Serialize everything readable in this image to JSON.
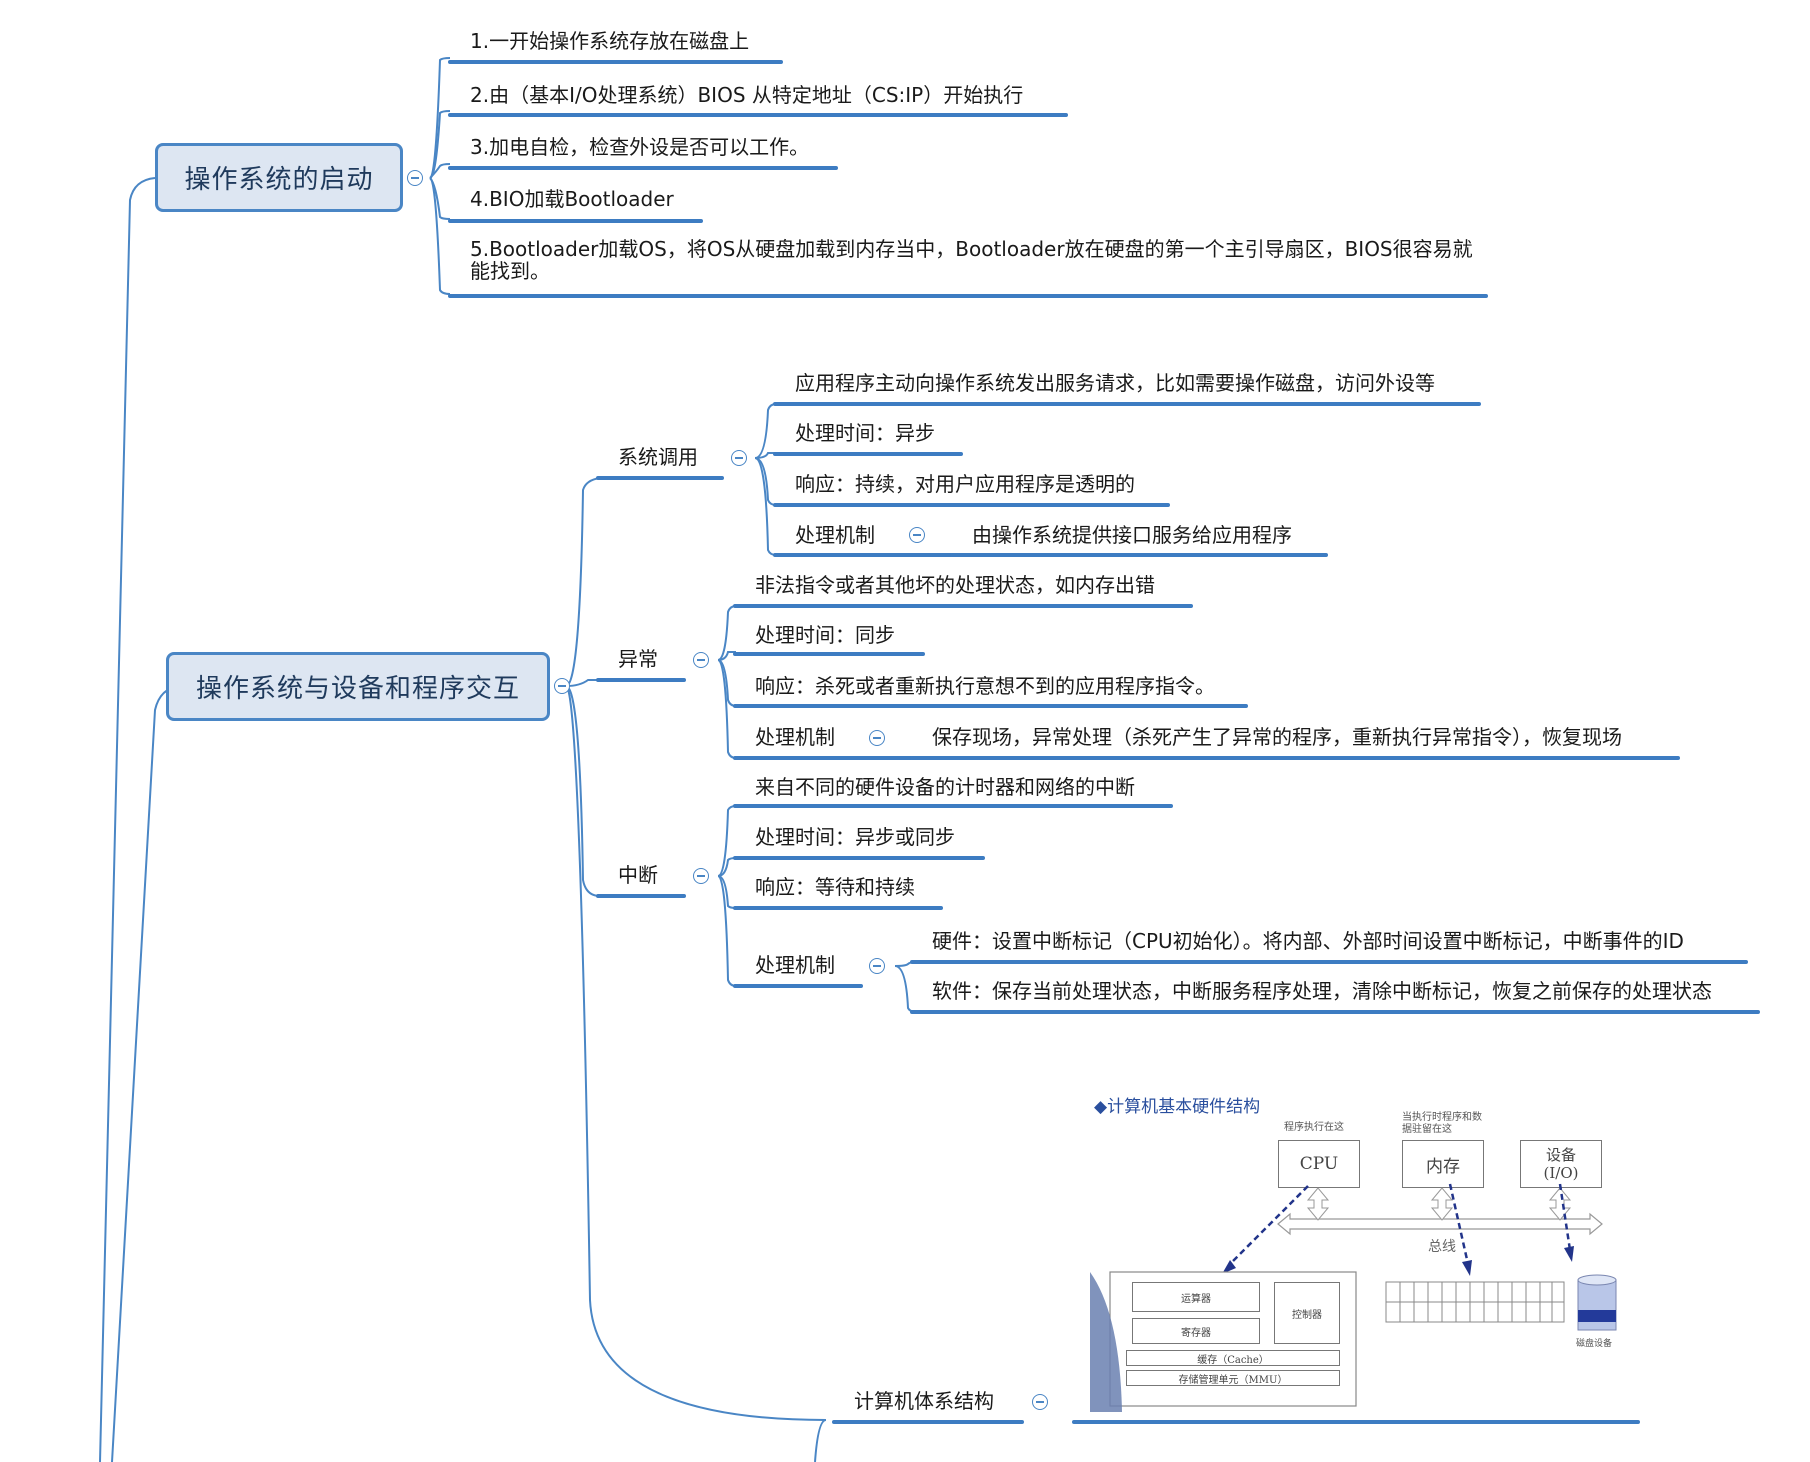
{
  "nodes": {
    "boot": {
      "title": "操作系统的启动",
      "items": [
        "1.一开始操作系统存放在磁盘上",
        "2.由（基本I/O处理系统）BIOS 从特定地址（CS:IP）开始执行",
        "3.加电自检，检查外设是否可以工作。",
        "4.BIO加载Bootloader",
        "5.Bootloader加载OS，将OS从硬盘加载到内存当中，Bootloader放在硬盘的第一个主引导扇区，BIOS很容易就能找到。"
      ]
    },
    "interact": {
      "title": "操作系统与设备和程序交互",
      "syscall": {
        "label": "系统调用",
        "items": [
          "应用程序主动向操作系统发出服务请求，比如需要操作磁盘，访问外设等",
          "处理时间：异步",
          "响应：持续，对用户应用程序是透明的"
        ],
        "mechanism_label": "处理机制",
        "mechanism_value": "由操作系统提供接口服务给应用程序"
      },
      "exception": {
        "label": "异常",
        "items": [
          "非法指令或者其他坏的处理状态，如内存出错",
          "处理时间：同步",
          "响应：杀死或者重新执行意想不到的应用程序指令。"
        ],
        "mechanism_label": "处理机制",
        "mechanism_value": "保存现场，异常处理（杀死产生了异常的程序，重新执行异常指令），恢复现场"
      },
      "interrupt": {
        "label": "中断",
        "items": [
          "来自不同的硬件设备的计时器和网络的中断",
          "处理时间：异步或同步",
          "响应：等待和持续"
        ],
        "mechanism_label": "处理机制",
        "mechanism_hw": "硬件：设置中断标记（CPU初始化）。将内部、外部时间设置中断标记，中断事件的ID",
        "mechanism_sw": "软件：保存当前处理状态，中断服务程序处理，清除中断标记，恢复之前保存的处理状态"
      }
    },
    "arch": {
      "label": "计算机体系结构",
      "figure": {
        "title": "◆计算机基本硬件结构",
        "cpu_note": "程序执行在这",
        "mem_note": "当执行时程序和数据驻留在这",
        "cpu": "CPU",
        "memory": "内存",
        "device": "设备\n(I/O)",
        "bus": "总线",
        "alu": "运算器",
        "registers": "寄存器",
        "control": "控制器",
        "cache": "缓存（Cache）",
        "mmu": "存储管理单元（MMU）",
        "disk": "磁盘设备"
      }
    }
  },
  "colors": {
    "accent": "#3d7cc2",
    "root_fill": "#dde6f2"
  }
}
